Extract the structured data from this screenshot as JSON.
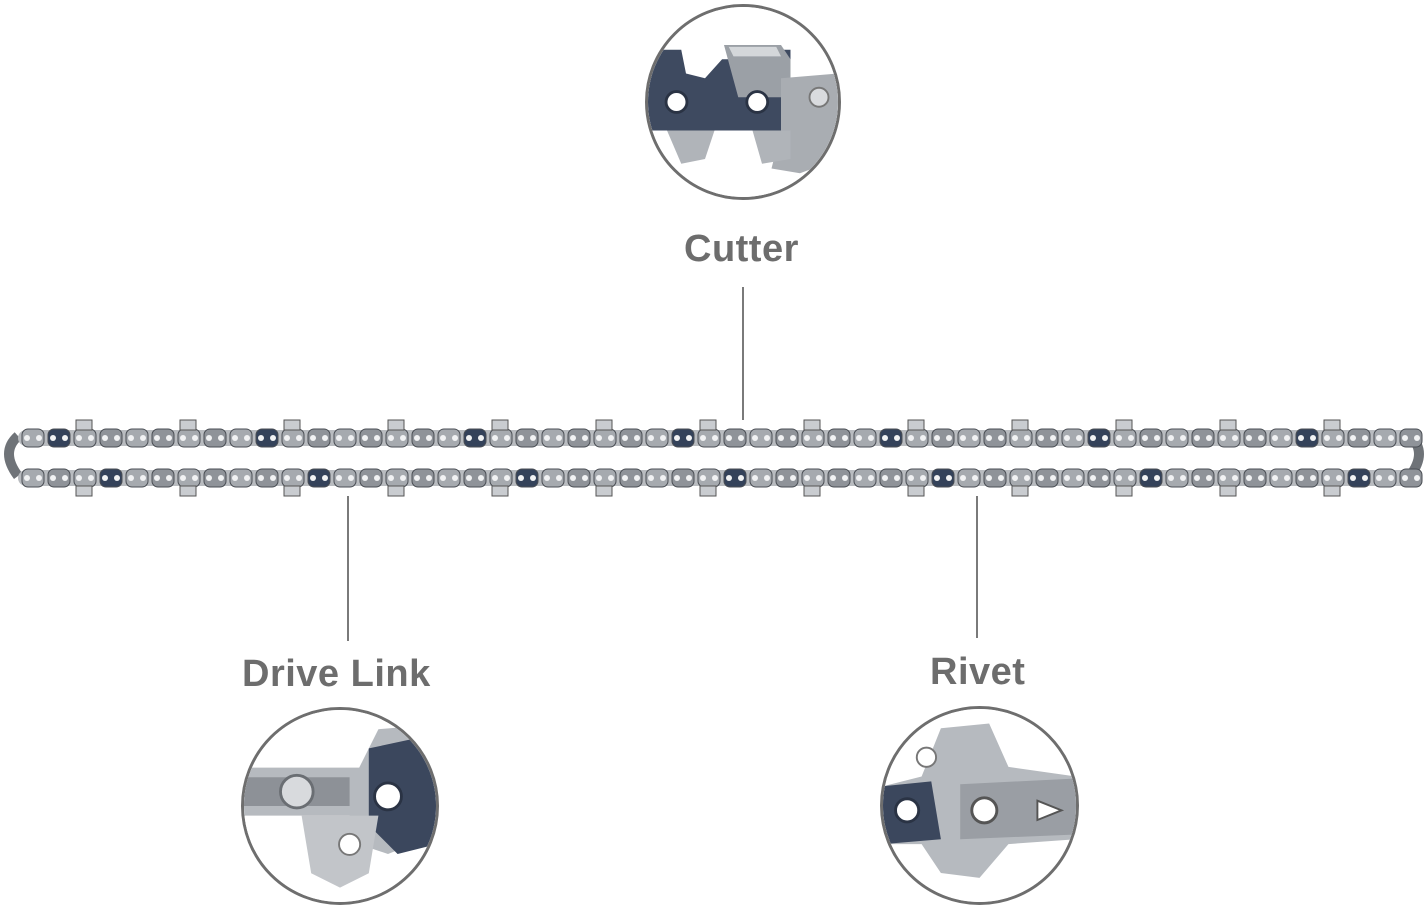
{
  "labels": {
    "cutter": "Cutter",
    "drive_link": "Drive Link",
    "rivet": "Rivet"
  },
  "colors": {
    "label": "#6d6d6d",
    "steel": "#b9bcc0",
    "steel_dark": "#6f7378",
    "blue_link": "#34425a",
    "circle_border": "#6e6e6e"
  },
  "icons": [
    "chain-image",
    "cutter-zoom-image",
    "drive-link-zoom-image",
    "rivet-zoom-image"
  ]
}
